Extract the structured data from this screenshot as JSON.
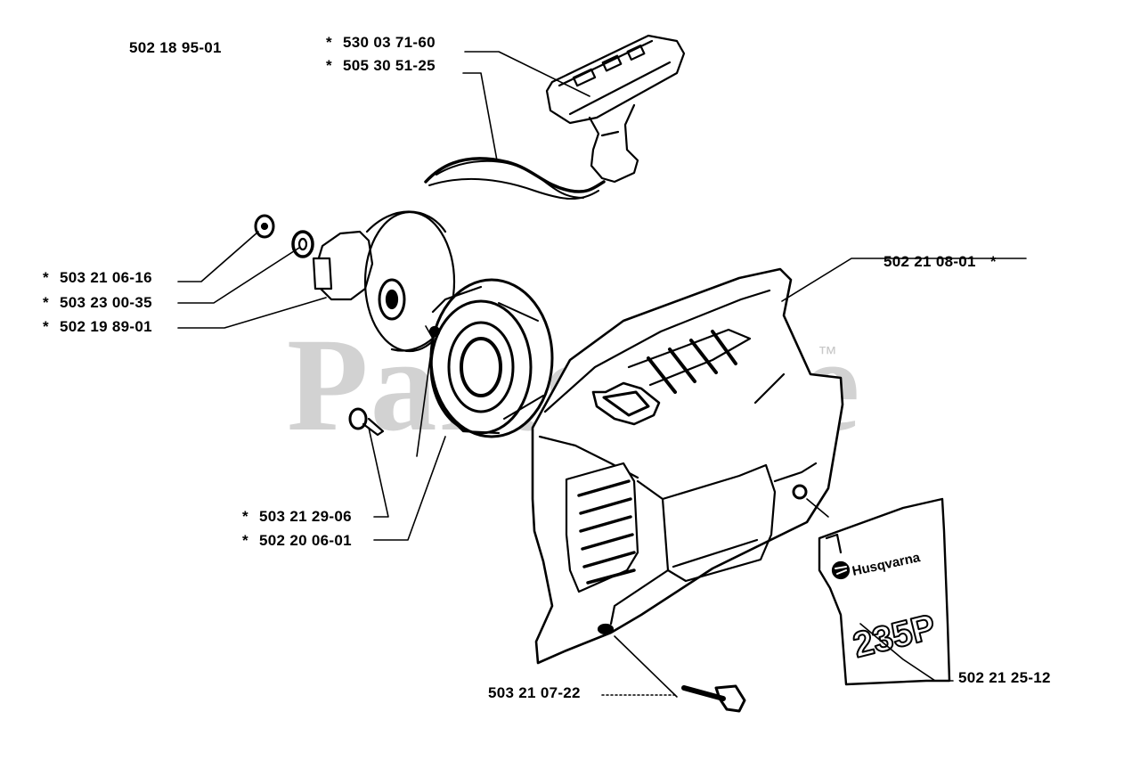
{
  "watermark": {
    "text": "PartsTree",
    "tm": "™"
  },
  "labels": {
    "title_code": "502 18 95-01",
    "handle_a": "530 03 71-60",
    "handle_b": "505 30 51-25",
    "screw_top": "503 21 06-16",
    "washer": "503 23 00-35",
    "pulley": "502 19 89-01",
    "screw_small": "503 21 29-06",
    "spring_housing": "502 20 06-01",
    "cover": "502 21 08-01",
    "bottom_screw": "503 21 07-22",
    "decal": "502 21 25-12"
  },
  "star": "*",
  "decal_text": {
    "brand": "Husqvarna",
    "model": "235P"
  }
}
